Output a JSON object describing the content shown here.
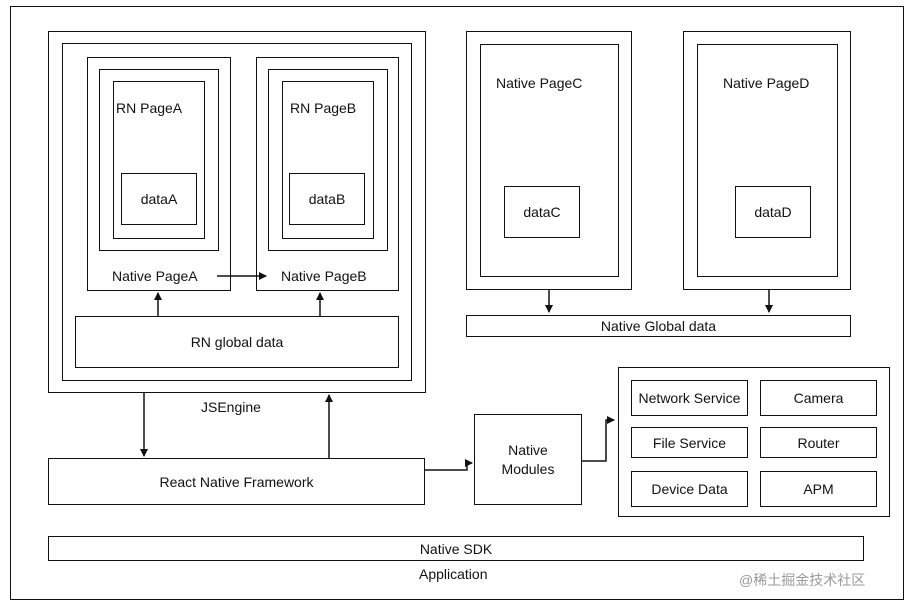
{
  "application": {
    "label": "Application"
  },
  "jsengine": {
    "label": "JSEngine",
    "rn_page_a": {
      "label": "RN PageA",
      "data": "dataA"
    },
    "rn_page_b": {
      "label": "RN PageB",
      "data": "dataB"
    },
    "native_page_a": "Native PageA",
    "native_page_b": "Native PageB",
    "rn_global_data": "RN global data"
  },
  "native_pages": {
    "page_c": {
      "label": "Native PageC",
      "data": "dataC"
    },
    "page_d": {
      "label": "Native PageD",
      "data": "dataD"
    },
    "global_data": "Native Global data"
  },
  "framework": "React Native Framework",
  "native_modules": "Native Modules",
  "services": [
    "Network Service",
    "Camera",
    "File Service",
    "Router",
    "Device Data",
    "APM"
  ],
  "native_sdk": "Native SDK",
  "watermark": "@稀土掘金技术社区"
}
